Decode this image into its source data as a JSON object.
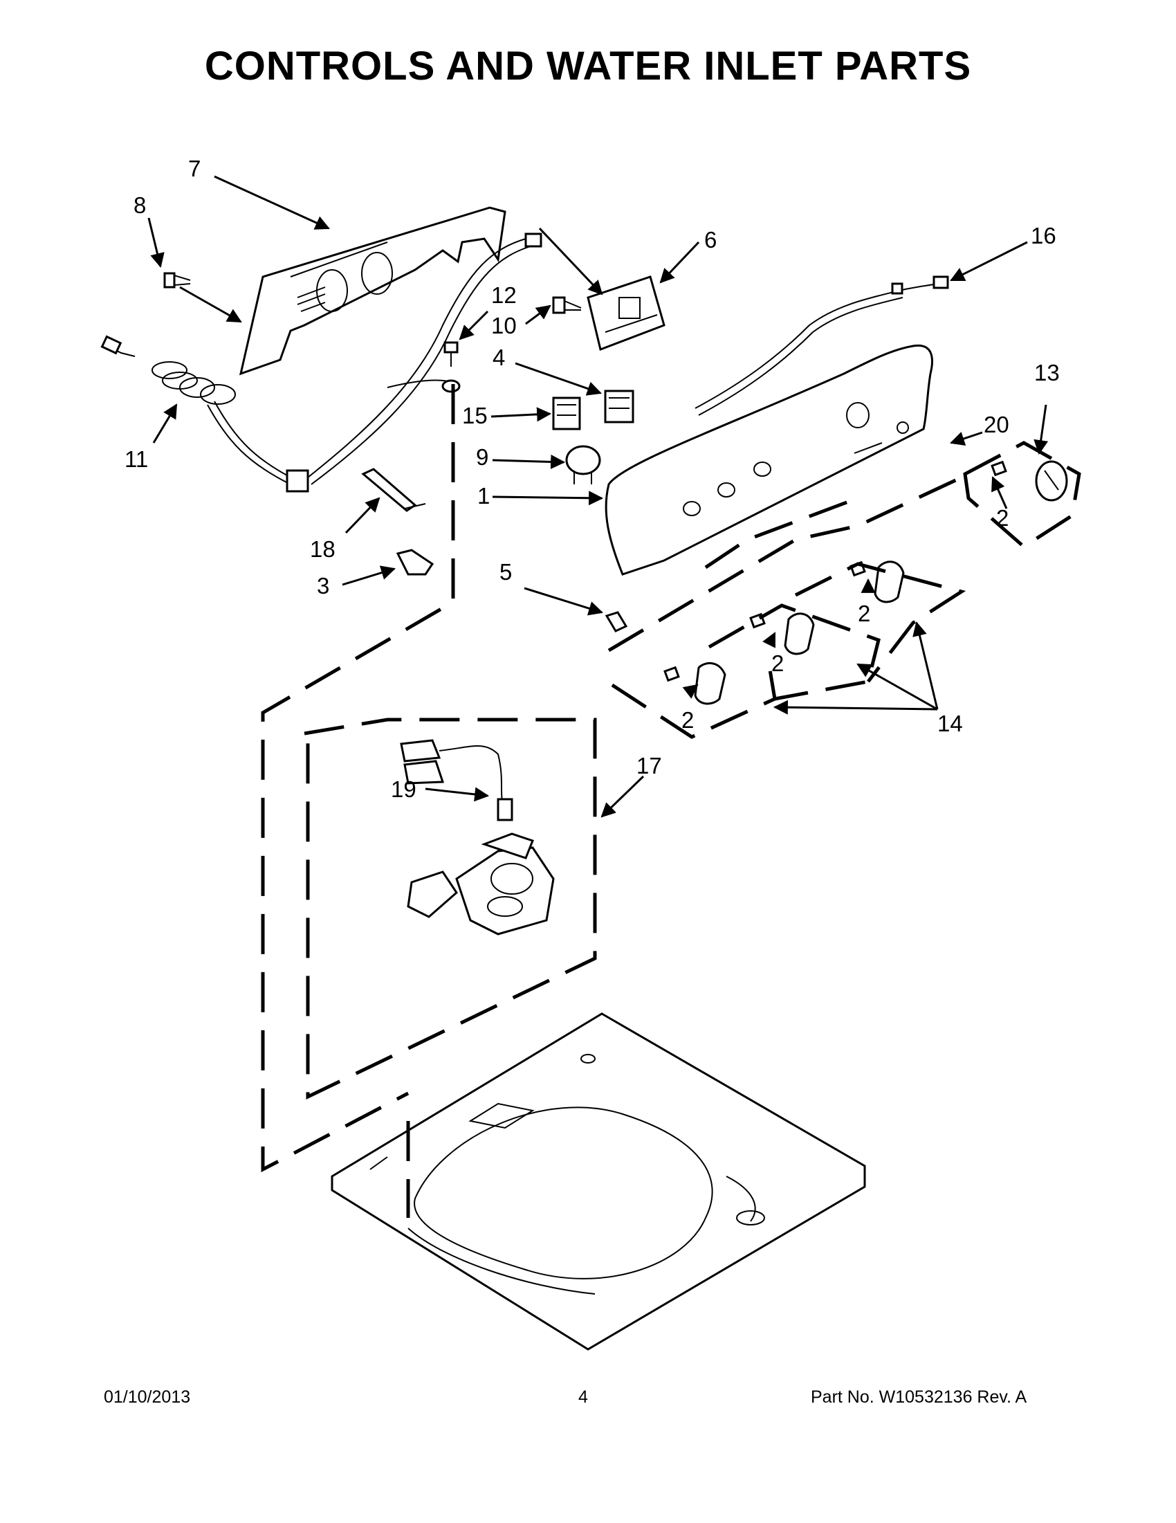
{
  "page": {
    "title": "CONTROLS AND WATER INLET PARTS",
    "date": "01/10/2013",
    "page_number": "4",
    "part_number": "Part No.  W10532136  Rev.  A"
  },
  "callouts": {
    "c1": "1",
    "c2a": "2",
    "c2b": "2",
    "c2c": "2",
    "c2d": "2",
    "c3": "3",
    "c4": "4",
    "c5": "5",
    "c6": "6",
    "c7": "7",
    "c8": "8",
    "c9": "9",
    "c10": "10",
    "c11": "11",
    "c12": "12",
    "c13": "13",
    "c14": "14",
    "c15": "15",
    "c16": "16",
    "c17": "17",
    "c18": "18",
    "c19": "19",
    "c20": "20"
  }
}
